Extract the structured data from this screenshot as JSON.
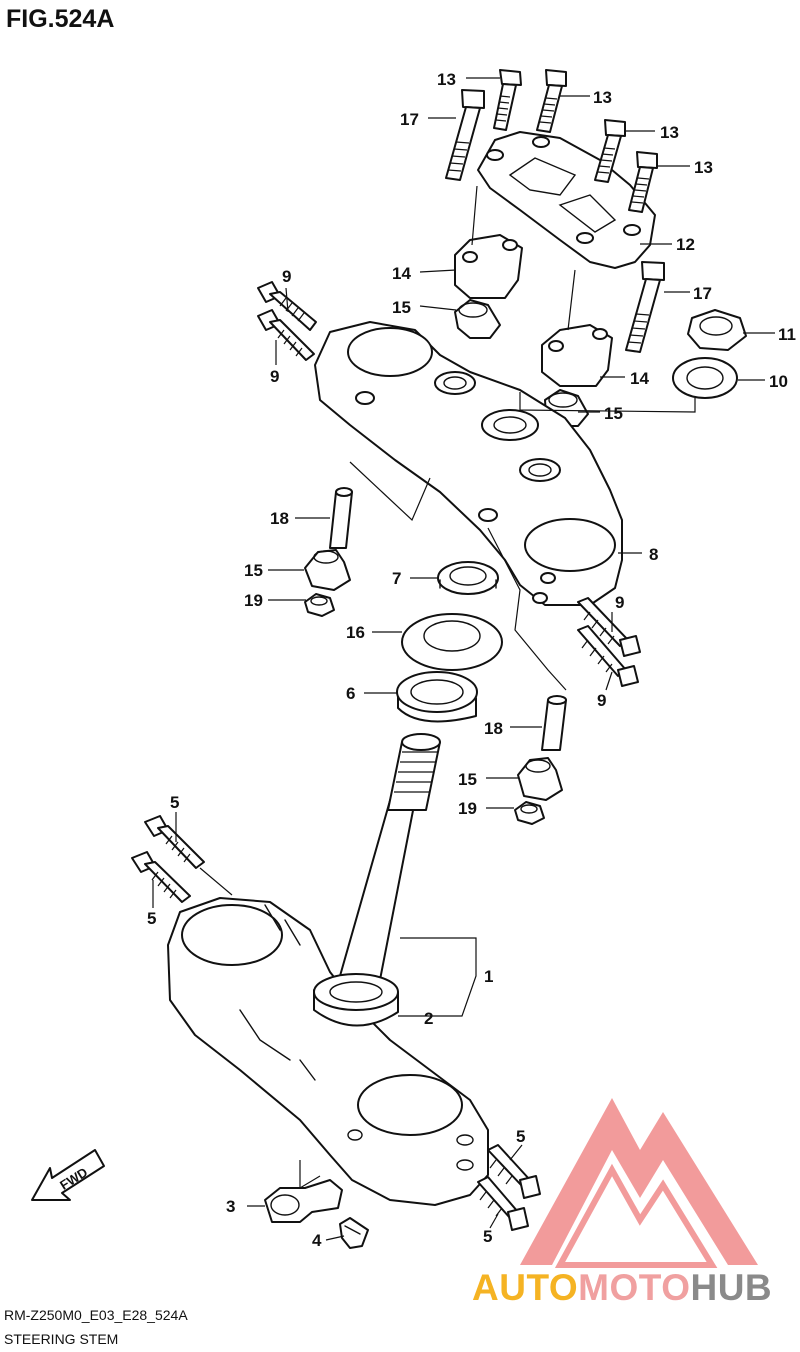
{
  "figure_title": "FIG.524A",
  "footer": {
    "code": "RM-Z250M0_E03_E28_524A",
    "name": "STEERING STEM"
  },
  "fwd_label": "FWD",
  "watermark": {
    "part_a": "AUTO",
    "part_b": "MOTO",
    "part_c": "HUB",
    "color_a": "#f5b323",
    "color_b": "#f0a0a0",
    "color_c": "#8a8a8a",
    "logo_color": "#f08a8a"
  },
  "callouts": {
    "c1": "1",
    "c2": "2",
    "c3": "3",
    "c4": "4",
    "c5a": "5",
    "c5b": "5",
    "c5c": "5",
    "c5d": "5",
    "c6": "6",
    "c7": "7",
    "c8": "8",
    "c9a": "9",
    "c9b": "9",
    "c9c": "9",
    "c9d": "9",
    "c10": "10",
    "c11": "11",
    "c12": "12",
    "c13a": "13",
    "c13b": "13",
    "c13c": "13",
    "c13d": "13",
    "c14a": "14",
    "c14b": "14",
    "c15a": "15",
    "c15b": "15",
    "c15c": "15",
    "c15d": "15",
    "c16": "16",
    "c17a": "17",
    "c17b": "17",
    "c18a": "18",
    "c18b": "18",
    "c19a": "19",
    "c19b": "19"
  }
}
